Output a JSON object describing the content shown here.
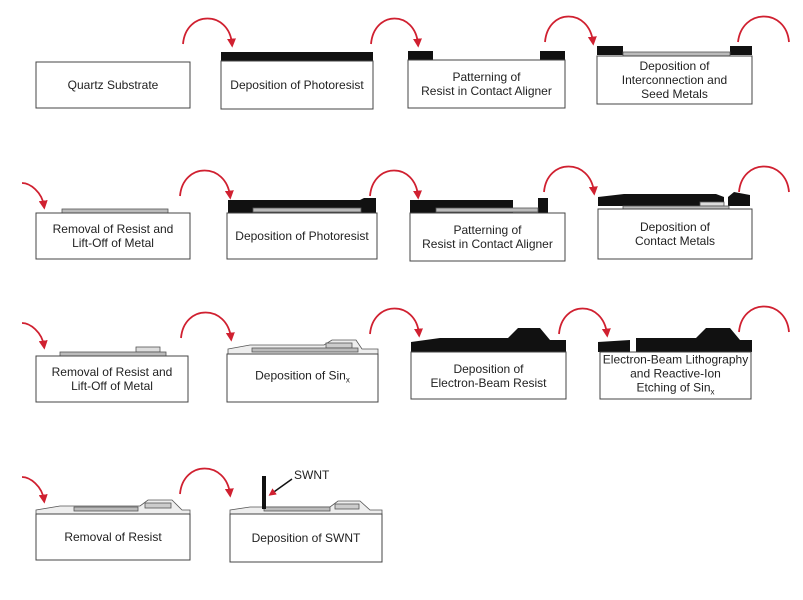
{
  "arrow_color": "#d02030",
  "steps": [
    {
      "lines": [
        "Quartz Substrate"
      ]
    },
    {
      "lines": [
        "Deposition of Photoresist"
      ]
    },
    {
      "lines": [
        "Patterning of",
        "Resist in Contact Aligner"
      ]
    },
    {
      "lines": [
        "Deposition of",
        "Interconnection and",
        "Seed Metals"
      ]
    },
    {
      "lines": [
        "Removal of Resist and",
        "Lift-Off of Metal"
      ]
    },
    {
      "lines": [
        "Deposition of Photoresist"
      ]
    },
    {
      "lines": [
        "Patterning of",
        "Resist in Contact Aligner"
      ]
    },
    {
      "lines": [
        "Deposition of",
        "Contact Metals"
      ]
    },
    {
      "lines": [
        "Removal of Resist and",
        "Lift-Off of Metal"
      ]
    },
    {
      "lines": [
        "Deposition of Sin"
      ],
      "sub": "x"
    },
    {
      "lines": [
        "Deposition of",
        "Electron-Beam Resist"
      ]
    },
    {
      "lines": [
        "Electron-Beam Lithography",
        "and  Reactive-Ion",
        "Etching of Sin"
      ],
      "sub": "x"
    },
    {
      "lines": [
        "Removal of Resist"
      ]
    },
    {
      "lines": [
        "Deposition of SWNT"
      ]
    }
  ],
  "swnt_label": "SWNT"
}
